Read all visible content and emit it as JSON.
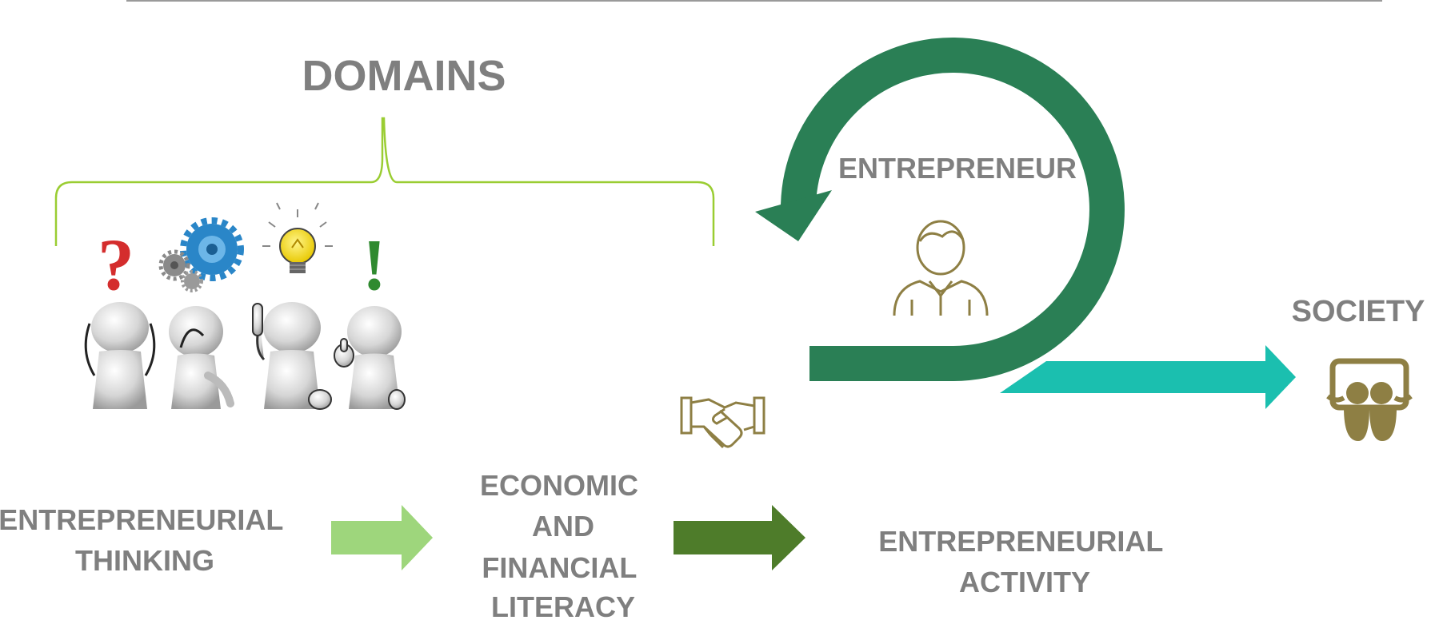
{
  "title": "DOMAINS",
  "entrepreneur_label": "ENTREPRENEUR",
  "society_label": "SOCIETY",
  "stages": {
    "thinking": [
      "ENTREPRENEURIAL",
      "THINKING"
    ],
    "literacy": [
      "ECONOMIC",
      "AND",
      "FINANCIAL",
      "LITERACY"
    ],
    "activity": [
      "ENTREPRENEURIAL",
      "ACTIVITY"
    ]
  },
  "domain_symbols": {
    "question": "?",
    "exclamation": "!"
  },
  "colors": {
    "label_gray": "#7f7f7f",
    "brace_green": "#9acd32",
    "cycle_green": "#2a7f55",
    "arrow_light_green": "#9ed67c",
    "arrow_dark_green": "#4e7c2a",
    "arrow_teal": "#1bbfaf",
    "icon_gold": "#8e7f44"
  },
  "icons": [
    "question-mark-icon",
    "gears-icon",
    "lightbulb-icon",
    "exclamation-icon",
    "person-icon",
    "handshake-icon",
    "society-icon"
  ]
}
